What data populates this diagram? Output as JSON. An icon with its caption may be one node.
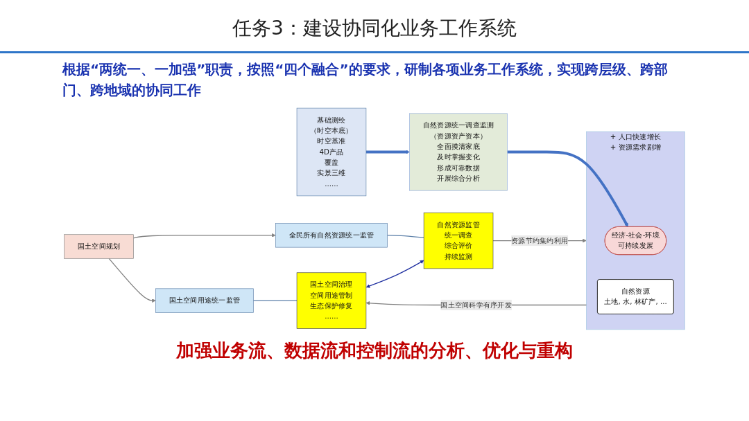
{
  "diagram": {
    "title": "任务3：建设协同化业务工作系统",
    "nodes": [
      {
        "text": [
          "国土空间规划"
        ]
      },
      {
        "text": [
          "国土空间用途统一监管"
        ]
      },
      {
        "text": [
          "全民所有自然资源统一监管"
        ]
      },
      {
        "text": [
          "国土空间治理",
          "空间用途管制",
          "生态保护修复",
          "......"
        ]
      },
      {
        "text": [
          "自然资源监管",
          "统一调查",
          "综合评价",
          "持续监测"
        ]
      },
      {
        "text": [
          "+ 人口快速增长",
          "+ 资源需求剧增"
        ]
      },
      {
        "text": [
          "经济-社会-环境",
          "可持续发展"
        ],
        "in": 5
      },
      {
        "text": [
          "自然资源",
          "土地, 水, 林矿产, ..."
        ],
        "in": 5
      },
      {
        "text": [
          "自然资源统一调查监测",
          "（资源资产资本）",
          "全面摸清家底",
          "及时掌握变化",
          "形成可靠数据",
          "开展综合分析"
        ]
      },
      {
        "text": [
          "基础测绘",
          "（时空本底）",
          "时空基准",
          "4D产品",
          "覆盖",
          "实景三维",
          "......"
        ]
      }
    ],
    "edges": [
      {
        "from": 0,
        "to": 1,
        "arrow": "to"
      },
      {
        "from": 0,
        "to": 2,
        "arrow": "to"
      },
      {
        "from": 1,
        "to": 3,
        "arrow": "none",
        "color": "#5b7fa8"
      },
      {
        "from": 2,
        "to": 4,
        "arrow": "none",
        "color": "#5b7fa8"
      },
      {
        "from": 3,
        "to": 4,
        "arrow": "both",
        "color": "#1f2fa0"
      },
      {
        "from": 4,
        "to": 5,
        "arrow": "to",
        "label": "资源节约集约利用"
      },
      {
        "from": 5,
        "to": 3,
        "arrow": "to",
        "label": "国土空间科学有序开发"
      },
      {
        "from": 8,
        "to": 6,
        "arrow": "to",
        "style": "thick",
        "color": "#4472c4"
      },
      {
        "from": 9,
        "to": 8,
        "arrow": "to",
        "style": "thick",
        "color": "#4472c4"
      }
    ],
    "labels": [
      "根据“两统一、一加强”职责，按照“四个融合”的要求，研制各项业务工作系统，实现跨层级、跨部门、跨地域的协同工作",
      "加强业务流、数据流和控制流的分析、优化与重构"
    ]
  }
}
